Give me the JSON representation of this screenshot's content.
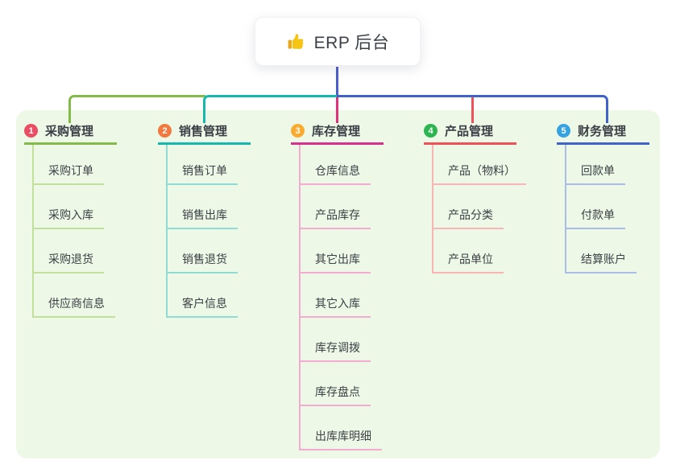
{
  "root": {
    "title": "ERP 后台",
    "icon": "thumbs-up-icon"
  },
  "panel": {
    "background": "#edf8e7"
  },
  "connectors": {
    "root_color": "#4a5fc9"
  },
  "branches": [
    {
      "num": "1",
      "label": "采购管理",
      "color": "#82bb4a",
      "light_color": "#c0e09c",
      "badge_color": "#ea4e62",
      "drop_color": "#82bb4a",
      "children": [
        "采购订单",
        "采购入库",
        "采购退货",
        "供应商信息"
      ]
    },
    {
      "num": "2",
      "label": "销售管理",
      "color": "#14b8ac",
      "light_color": "#90dcd5",
      "badge_color": "#f2793f",
      "drop_color": "#14b8ac",
      "children": [
        "销售订单",
        "销售出库",
        "销售退货",
        "客户信息"
      ]
    },
    {
      "num": "3",
      "label": "库存管理",
      "color": "#d7308e",
      "light_color": "#f3abd2",
      "badge_color": "#f8ab2e",
      "drop_color": "#e0327b",
      "children": [
        "仓库信息",
        "产品库存",
        "其它出库",
        "其它入库",
        "库存调拨",
        "库存盘点",
        "出库库明细"
      ]
    },
    {
      "num": "4",
      "label": "产品管理",
      "color": "#f05058",
      "light_color": "#f9b4b6",
      "badge_color": "#2cb550",
      "drop_color": "#f05058",
      "children": [
        "产品（物料）",
        "产品分类",
        "产品单位"
      ]
    },
    {
      "num": "5",
      "label": "财务管理",
      "color": "#3f63c9",
      "light_color": "#a9bde6",
      "badge_color": "#35a3e2",
      "drop_color": "#3f63c9",
      "children": [
        "回款单",
        "付款单",
        "结算账户"
      ]
    }
  ]
}
